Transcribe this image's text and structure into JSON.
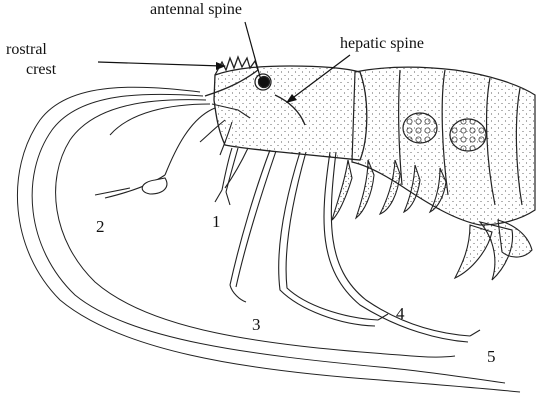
{
  "labels": {
    "antennal_spine": "antennal spine",
    "hepatic_spine": "hepatic spine",
    "rostral": "rostral",
    "crest": "crest",
    "n1": "1",
    "n2": "2",
    "n3": "3",
    "n4": "4",
    "n5": "5"
  }
}
